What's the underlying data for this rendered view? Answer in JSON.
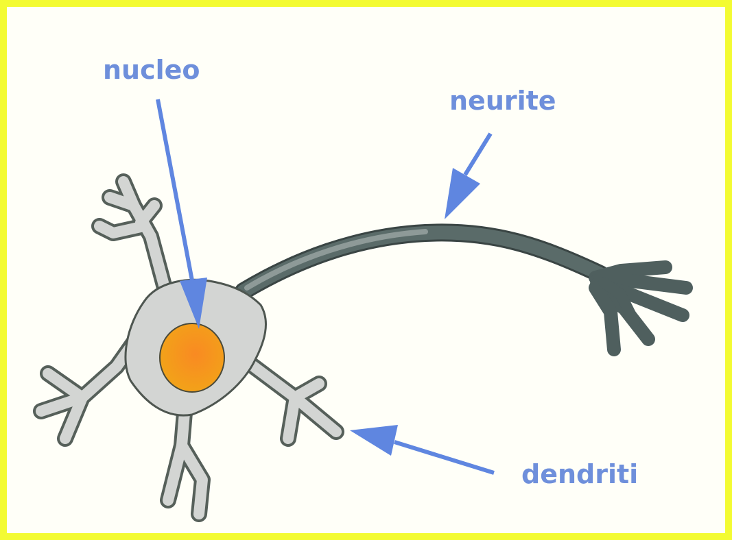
{
  "diagram": {
    "labels": {
      "nucleus": "nucleo",
      "neurite": "neurite",
      "dendrites": "dendriti"
    },
    "colors": {
      "border": "#f3fb33",
      "background": "#fffff8",
      "label": "#6e8fdb",
      "arrow": "#5f86e0",
      "cell_body": "#d3d5d3",
      "cell_outline": "#4e5650",
      "neurite": "#4f5f5e",
      "nucleus": "#f39a1f"
    }
  }
}
